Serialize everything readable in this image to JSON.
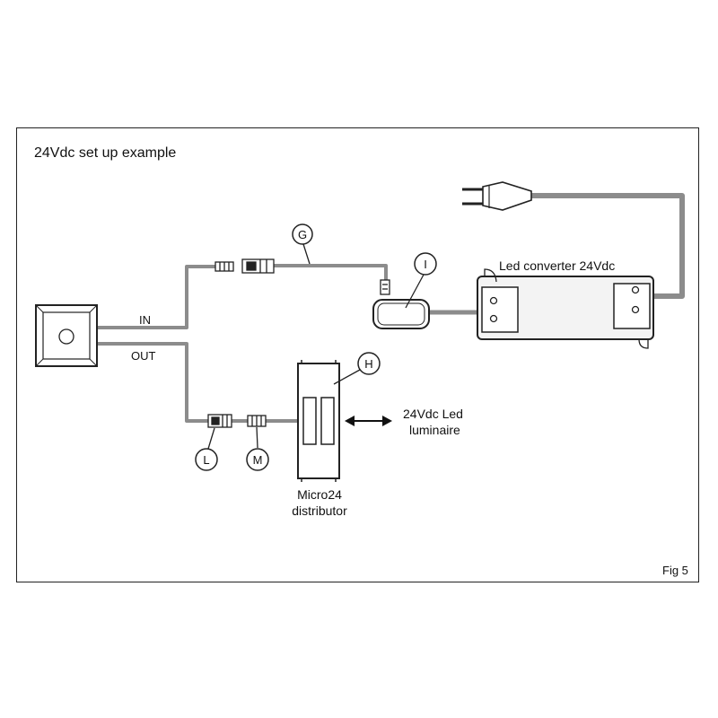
{
  "diagram": {
    "title": "24Vdc set up example",
    "figure_label": "Fig 5",
    "port_labels": {
      "in": "IN",
      "out": "OUT"
    },
    "converter_label": "Led converter 24Vdc",
    "luminaire_label_line1": "24Vdc Led",
    "luminaire_label_line2": "luminaire",
    "distributor_label_line1": "Micro24",
    "distributor_label_line2": "distributor",
    "callouts": {
      "g": "G",
      "h": "H",
      "i": "I",
      "l": "L",
      "m": "M"
    }
  },
  "colors": {
    "cable": "#8c8c8c",
    "outline": "#222222",
    "converter_fill": "#f3f3f3"
  }
}
